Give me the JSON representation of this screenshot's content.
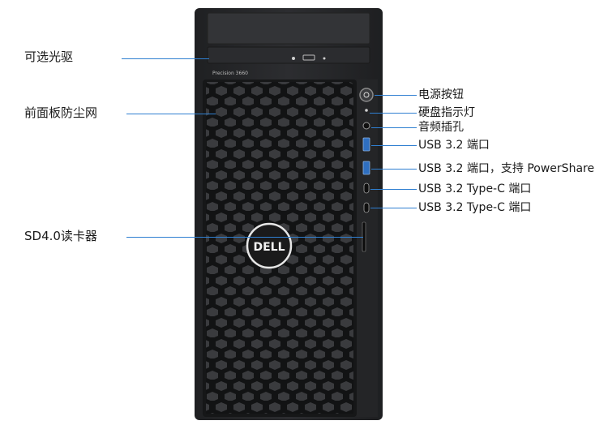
{
  "product": {
    "model_text": "Precision 3660",
    "logo_text": "DELL"
  },
  "labels_left": [
    {
      "key": "optical",
      "text": "可选光驱"
    },
    {
      "key": "dust",
      "text": "前面板防尘网"
    },
    {
      "key": "sd",
      "text": "SD4.0读卡器"
    }
  ],
  "labels_right": [
    {
      "key": "power",
      "text": "电源按钮"
    },
    {
      "key": "hdd",
      "text": "硬盘指示灯"
    },
    {
      "key": "audio",
      "text": "音频插孔"
    },
    {
      "key": "usb1",
      "text": "USB 3.2 端口"
    },
    {
      "key": "usb2",
      "text": "USB 3.2 端口，支持 PowerShare"
    },
    {
      "key": "typec1",
      "text": "USB 3.2 Type-C 端口"
    },
    {
      "key": "typec2",
      "text": "USB 3.2 Type-C 端口"
    }
  ],
  "colors": {
    "leader": "#2f7fd1",
    "chassis": "#2a2b2d",
    "grille": "#1b1c1d"
  }
}
